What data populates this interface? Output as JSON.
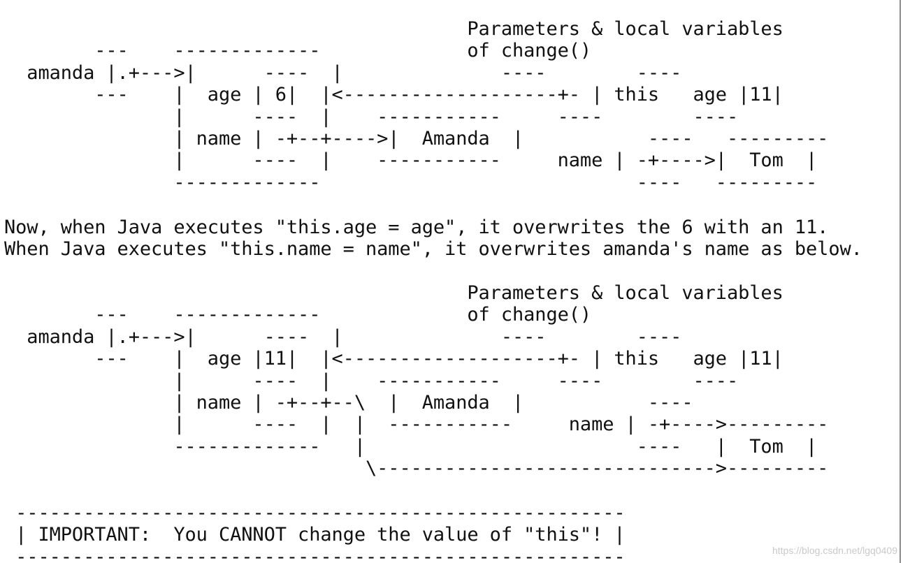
{
  "diagram_before": {
    "lines": [
      "                                         Parameters & local variables",
      "        ---    -------------             of change()",
      "  amanda |.+--->|      ----  |              ----        ----",
      "        ---    |  age | 6|  |<-------------------+- | this   age |11|",
      "               |      ----  |    -----------     ----        ----",
      "               | name | -+--+---->|  Amanda  |           ----   ---------",
      "               |      ----  |    -----------     name | -+---->|  Tom  |",
      "               -------------                            ----   ---------"
    ]
  },
  "explanation": {
    "lines": [
      "Now, when Java executes \"this.age = age\", it overwrites the 6 with an 11.",
      "When Java executes \"this.name = name\", it overwrites amanda's name as below."
    ]
  },
  "diagram_after": {
    "lines": [
      "                                         Parameters & local variables",
      "        ---    -------------             of change()",
      "  amanda |.+--->|      ----  |              ----        ----",
      "        ---    |  age |11|  |<-------------------+- | this   age |11|",
      "               |      ----  |    -----------     ----        ----",
      "               | name | -+--+--\\  |  Amanda  |           ----",
      "               |      ----  |  |  -----------     name | -+---->---------",
      "               -------------   |                        ----   |  Tom  |",
      "                                \\------------------------------>---------"
    ]
  },
  "important_box": {
    "lines": [
      " ------------------------------------------------------",
      " | IMPORTANT:  You CANNOT change the value of \"this\"! |",
      " ------------------------------------------------------"
    ]
  },
  "watermark": "https://blog.csdn.net/lgq0409"
}
